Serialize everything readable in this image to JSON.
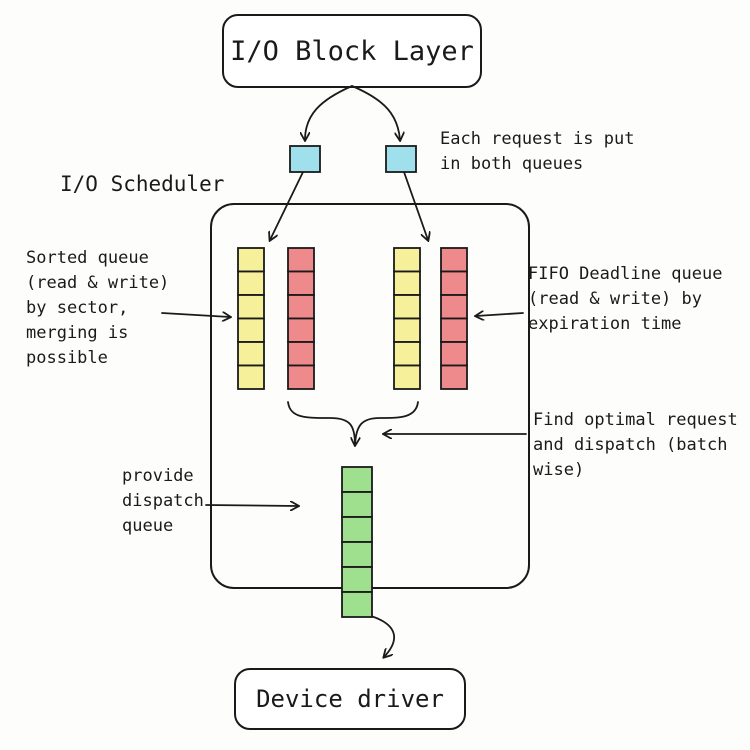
{
  "top_box": {
    "label": "I/O Block Layer"
  },
  "bottom_box": {
    "label": "Device driver"
  },
  "scheduler": {
    "title": "I/O Scheduler"
  },
  "notes": {
    "both_queues": "Each request is put\nin both queues",
    "sorted": "Sorted queue\n(read & write)\nby sector,\nmerging is\npossible",
    "fifo": "FIFO Deadline queue\n(read & write) by\nexpiration time",
    "find": "Find optimal request\nand dispatch (batch\nwise)",
    "dispatch": "provide\ndispatch\nqueue"
  },
  "colors": {
    "request": "#9fe0ec",
    "sorted_queue": "#f7f09a",
    "deadline_queue": "#ee8a8c",
    "dispatch_queue": "#9ee08e",
    "stroke": "#1a1a1a"
  }
}
